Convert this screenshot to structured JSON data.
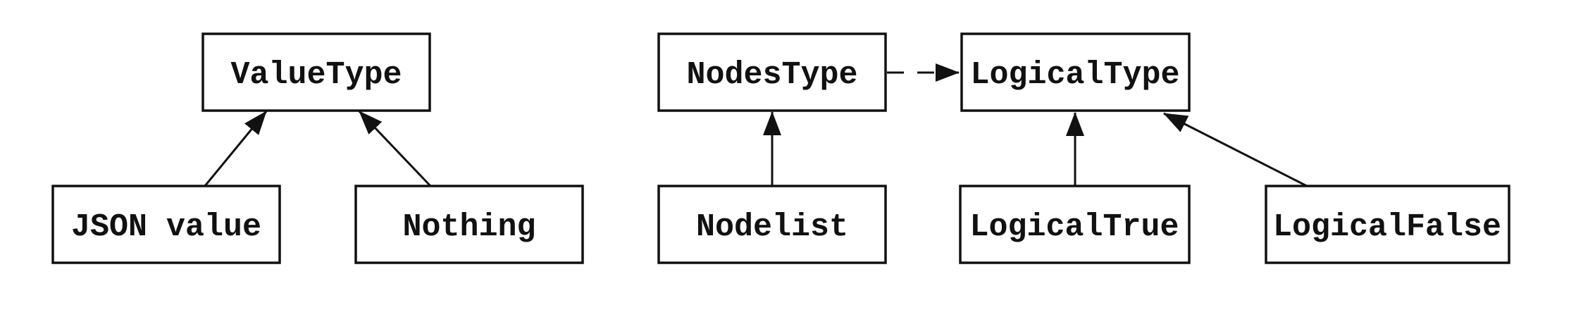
{
  "diagram": {
    "kind": "type-inheritance-diagram",
    "colors": {
      "background": "#ffffff",
      "node_fill": "#ffffff",
      "stroke": "#111111",
      "text": "#111111"
    },
    "nodes": [
      {
        "id": "value-type",
        "label": "ValueType"
      },
      {
        "id": "json-value",
        "label": "JSON value"
      },
      {
        "id": "nothing",
        "label": "Nothing"
      },
      {
        "id": "nodes-type",
        "label": "NodesType"
      },
      {
        "id": "nodelist",
        "label": "Nodelist"
      },
      {
        "id": "logical-type",
        "label": "LogicalType"
      },
      {
        "id": "logical-true",
        "label": "LogicalTrue"
      },
      {
        "id": "logical-false",
        "label": "LogicalFalse"
      }
    ],
    "edges": [
      {
        "from": "JSON value",
        "to": "ValueType",
        "style": "solid",
        "arrowhead": "filled-triangle"
      },
      {
        "from": "Nothing",
        "to": "ValueType",
        "style": "solid",
        "arrowhead": "filled-triangle"
      },
      {
        "from": "Nodelist",
        "to": "NodesType",
        "style": "solid",
        "arrowhead": "filled-triangle"
      },
      {
        "from": "NodesType",
        "to": "LogicalType",
        "style": "dashed",
        "arrowhead": "filled-triangle"
      },
      {
        "from": "LogicalTrue",
        "to": "LogicalType",
        "style": "solid",
        "arrowhead": "filled-triangle"
      },
      {
        "from": "LogicalFalse",
        "to": "LogicalType",
        "style": "solid",
        "arrowhead": "filled-triangle"
      }
    ]
  }
}
